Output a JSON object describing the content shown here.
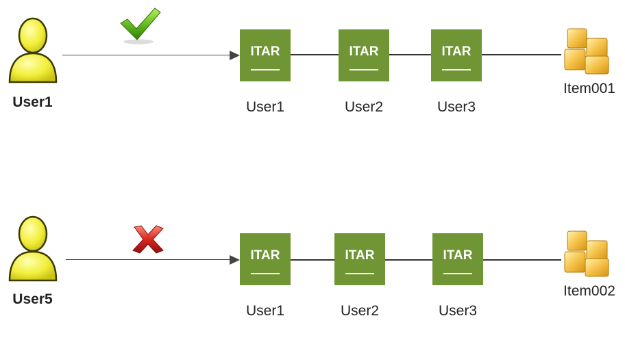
{
  "rows": [
    {
      "user_name": "User1",
      "access": "granted",
      "status_icon": "checkmark-icon",
      "tag_label": "ITAR",
      "chain": [
        "User1",
        "User2",
        "User3"
      ],
      "item_name": "Item001"
    },
    {
      "user_name": "User5",
      "access": "denied",
      "status_icon": "cross-icon",
      "tag_label": "ITAR",
      "chain": [
        "User1",
        "User2",
        "User3"
      ],
      "item_name": "Item002"
    }
  ],
  "colors": {
    "itar_box": "#6f9534",
    "user_icon": "#f2ee3a",
    "check": "#5fb71b",
    "cross": "#d9271f",
    "item_box": "#f5c24a"
  }
}
